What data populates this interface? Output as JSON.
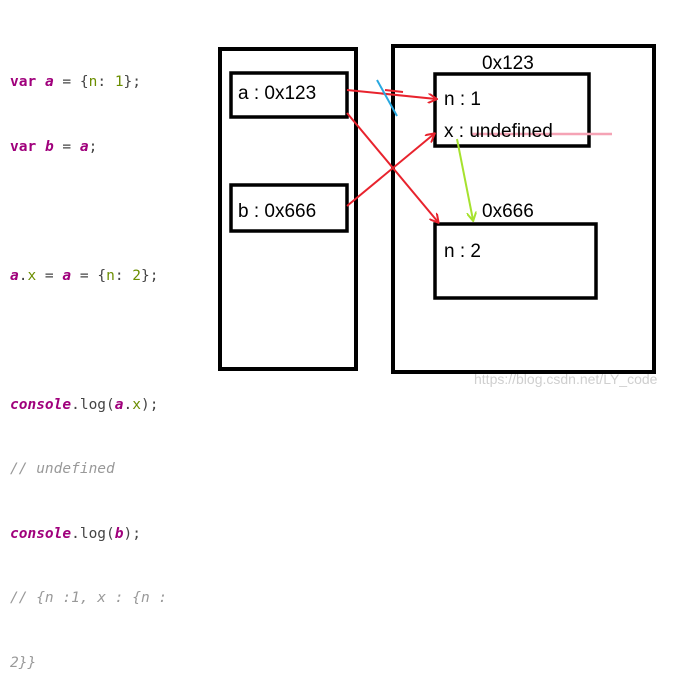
{
  "code": {
    "l1": {
      "kw": "var",
      "name": "a",
      "eq": " = ",
      "open": "{",
      "key": "n",
      "colon": ": ",
      "val": "1",
      "close": "};"
    },
    "l2": {
      "kw": "var",
      "name": "b",
      "eq": " = ",
      "ref": "a",
      "semi": ";"
    },
    "l3": {
      "obj": "a",
      "dot": ".",
      "prop": "x",
      "eq1": " = ",
      "ref": "a",
      "eq2": " = ",
      "open": "{",
      "key": "n",
      "colon": ": ",
      "val": "2",
      "close": "};"
    },
    "l4": {
      "fn": "console",
      "dot": ".",
      "method": "log",
      "open": "(",
      "obj": "a",
      "dot2": ".",
      "prop": "x",
      "close": ");"
    },
    "l5": "// undefined",
    "l6": {
      "fn": "console",
      "dot": ".",
      "method": "log",
      "open": "(",
      "obj": "b",
      "close": ");"
    },
    "l7": "// {n :1, x : {n :",
    "l8": "2}}"
  },
  "diagram": {
    "stack_a_label": "a : 0x123",
    "stack_b_label": "b : 0x666",
    "heap_addr_1": "0x123",
    "heap_obj1_n": "n : 1",
    "heap_obj1_x": "x : undefined",
    "heap_addr_2": "0x666",
    "heap_obj2_n": "n : 2"
  },
  "colors": {
    "arrow_red": "#e8232d",
    "arrow_green": "#a6e22e",
    "strike_pink": "#f5a3b5",
    "cross_blue": "#29a8e0",
    "box_stroke": "#000000"
  },
  "watermark": "https://blog.csdn.net/LY_code"
}
